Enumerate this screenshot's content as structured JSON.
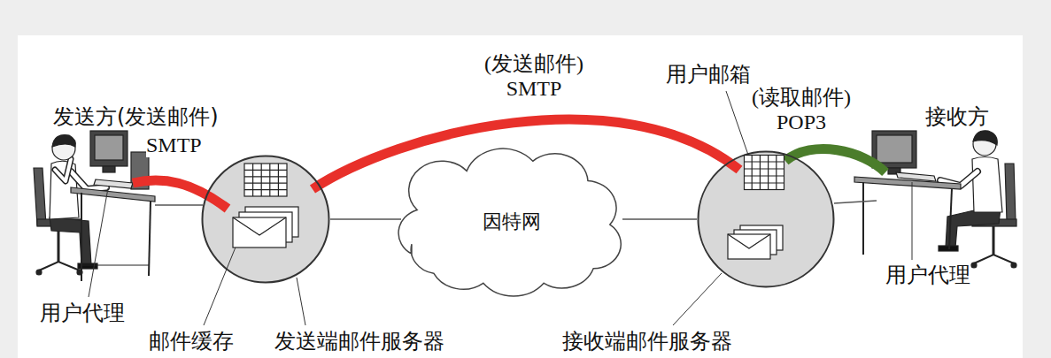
{
  "diagram": {
    "nodes": [
      {
        "text": [
          "发送方(发送邮件)",
          "用户代理"
        ]
      },
      {
        "text": [
          "发送端邮件服务器"
        ]
      },
      {
        "text": [
          "邮件缓存"
        ],
        "in": 1
      },
      {
        "text": [
          "因特网"
        ]
      },
      {
        "text": [
          "接收端邮件服务器"
        ]
      },
      {
        "text": [
          "用户邮箱"
        ],
        "in": 4
      },
      {
        "text": [
          "接收方",
          "用户代理"
        ]
      }
    ],
    "edges": [
      {
        "from": 0,
        "to": 2,
        "label": "SMTP",
        "arrow": "none"
      },
      {
        "from": 2,
        "to": 5,
        "label": "(发送邮件) SMTP",
        "arrow": "none"
      },
      {
        "from": 5,
        "to": 6,
        "label": "(读取邮件) POP3",
        "arrow": "none"
      },
      {
        "from": 0,
        "to": 1,
        "arrow": "none"
      },
      {
        "from": 1,
        "to": 3,
        "arrow": "none"
      },
      {
        "from": 3,
        "to": 4,
        "arrow": "none"
      },
      {
        "from": 4,
        "to": 6,
        "arrow": "none"
      }
    ]
  }
}
